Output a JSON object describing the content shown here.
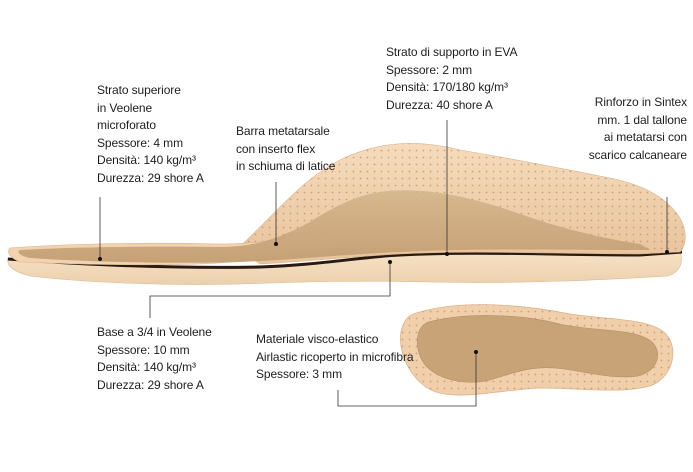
{
  "labels": {
    "top_layer": [
      "Strato superiore",
      "in Veolene",
      "microforato",
      "Spessore: 4 mm",
      "Densità: 140 kg/m³",
      "Durezza: 29 shore A"
    ],
    "metatarsal_bar": [
      "Barra metatarsale",
      "con inserto flex",
      "in schiuma di latice"
    ],
    "eva_layer": [
      "Strato di supporto in EVA",
      "Spessore: 2 mm",
      "Densità: 170/180 kg/m³",
      "Durezza: 40 shore A"
    ],
    "sintex": [
      "Rinforzo in Sintex",
      "mm. 1 dal tallone",
      "ai metatarsi con",
      "scarico calcaneare"
    ],
    "base": [
      "Base a 3/4 in Veolene",
      "Spessore: 10 mm",
      "Densità: 140 kg/m³",
      "Durezza: 29 shore A"
    ],
    "viscoelastic": [
      "Materiale visco-elastico",
      "Airlastic ricoperto in microfibra",
      "Spessore: 3 mm"
    ]
  },
  "colors": {
    "leather_top": "#f2d3b0",
    "leather_edge": "#e9c39b",
    "suede": "#c9a57a",
    "base_foam": "#f5dfc0",
    "black_stripe": "#2a1a12",
    "leader_line": "#333333"
  }
}
